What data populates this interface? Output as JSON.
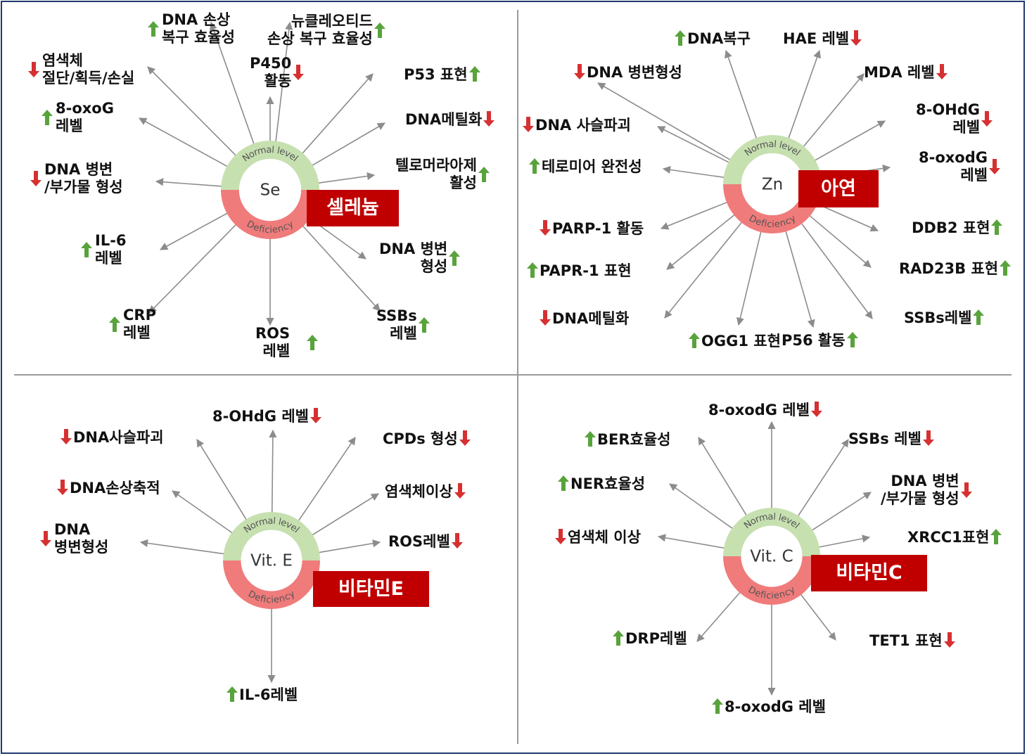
{
  "colors": {
    "up": "#58a33c",
    "down": "#d63031",
    "normal_ring": "#c6e0b0",
    "deficiency_ring": "#f07b7b",
    "badge": "#c00000",
    "arrow_line": "#8c8c8c"
  },
  "panels": [
    {
      "id": "se",
      "center_text": "Se",
      "normal_text": "Normal level",
      "deficiency_text": "Deficiency",
      "badge": "셀레늄",
      "labels": [
        {
          "id": "dna-damage-repair",
          "text": "DNA 손상\n복구 효율성",
          "dir": "up"
        },
        {
          "id": "nucleotide-repair",
          "text": "뉴클레오티드\n손상 복구 효율성",
          "dir": "up"
        },
        {
          "id": "chromosome-break",
          "text": "염색체\n절단/획득/손실",
          "dir": "down"
        },
        {
          "id": "p450",
          "text": "P450\n활동",
          "dir": "down"
        },
        {
          "id": "p53",
          "text": "P53 표현",
          "dir": "up"
        },
        {
          "id": "8-oxog",
          "text": "8-oxoG\n레벨",
          "dir": "up"
        },
        {
          "id": "dna-methylation",
          "text": "DNA메틸화",
          "dir": "down"
        },
        {
          "id": "dna-lesion",
          "text": "DNA 병변\n/부가물 형성",
          "dir": "down"
        },
        {
          "id": "telomerase",
          "text": "텔로머라아제\n활성",
          "dir": "up"
        },
        {
          "id": "il6",
          "text": "IL-6\n레벨",
          "dir": "up"
        },
        {
          "id": "dna-lesion-2",
          "text": "DNA 병변\n형성",
          "dir": "up"
        },
        {
          "id": "crp",
          "text": "CRP\n레벨",
          "dir": "up"
        },
        {
          "id": "ros",
          "text": "ROS\n레벨",
          "dir": "up"
        },
        {
          "id": "ssbs",
          "text": "SSBs\n레벨",
          "dir": "up"
        }
      ]
    },
    {
      "id": "zn",
      "center_text": "Zn",
      "normal_text": "Normal level",
      "deficiency_text": "Deficiency",
      "badge": "아연",
      "labels": [
        {
          "id": "dna-repair",
          "text": "DNA복구",
          "dir": "up"
        },
        {
          "id": "hae",
          "text": "HAE 레벨",
          "dir": "down"
        },
        {
          "id": "dna-lesion",
          "text": "DNA 병변형성",
          "dir": "down"
        },
        {
          "id": "mda",
          "text": "MDA 레벨",
          "dir": "down"
        },
        {
          "id": "8-ohdg",
          "text": "8-OHdG\n레벨",
          "dir": "down"
        },
        {
          "id": "dna-strand-break",
          "text": "DNA 사슬파괴",
          "dir": "down"
        },
        {
          "id": "8-oxodg",
          "text": "8-oxodG\n레벨",
          "dir": "down"
        },
        {
          "id": "telomere",
          "text": "테로미어 완전성",
          "dir": "up"
        },
        {
          "id": "parp1-activity",
          "text": "PARP-1 활동",
          "dir": "down"
        },
        {
          "id": "ddb2",
          "text": "DDB2 표현",
          "dir": "up"
        },
        {
          "id": "papr1-expression",
          "text": "PAPR-1 표현",
          "dir": "up"
        },
        {
          "id": "rad23b",
          "text": "RAD23B 표현",
          "dir": "up"
        },
        {
          "id": "dna-methylation",
          "text": "DNA메틸화",
          "dir": "down"
        },
        {
          "id": "ogg1",
          "text": "OGG1 표현",
          "dir": "up"
        },
        {
          "id": "p56",
          "text": "P56 활동",
          "dir": "up"
        },
        {
          "id": "ssbs",
          "text": "SSBs레벨",
          "dir": "up"
        }
      ]
    },
    {
      "id": "vite",
      "center_text": "Vit. E",
      "normal_text": "Normal level",
      "deficiency_text": "Deficiency",
      "badge": "비타민E",
      "labels": [
        {
          "id": "dna-strand-break",
          "text": "DNA사슬파괴",
          "dir": "down"
        },
        {
          "id": "8-ohdg",
          "text": "8-OHdG 레벨",
          "dir": "down"
        },
        {
          "id": "cpds",
          "text": "CPDs 형성",
          "dir": "down"
        },
        {
          "id": "dna-damage-accum",
          "text": "DNA손상축적",
          "dir": "down"
        },
        {
          "id": "chromosome-abnormal",
          "text": "염색체이상",
          "dir": "down"
        },
        {
          "id": "dna-lesion",
          "text": "DNA\n병변형성",
          "dir": "down"
        },
        {
          "id": "ros",
          "text": "ROS레벨",
          "dir": "down"
        },
        {
          "id": "il6",
          "text": "IL-6레벨",
          "dir": "up"
        }
      ]
    },
    {
      "id": "vitc",
      "center_text": "Vit. C",
      "normal_text": "Normal level",
      "deficiency_text": "Deficiency",
      "badge": "비타민C",
      "labels": [
        {
          "id": "8-oxodg-top",
          "text": "8-oxodG 레벨",
          "dir": "down"
        },
        {
          "id": "ber",
          "text": "BER효율성",
          "dir": "up"
        },
        {
          "id": "ssbs",
          "text": "SSBs 레벨",
          "dir": "down"
        },
        {
          "id": "ner",
          "text": "NER효율성",
          "dir": "up"
        },
        {
          "id": "dna-lesion",
          "text": "DNA 병변\n/부가물 형성",
          "dir": "down"
        },
        {
          "id": "chromosome-abnormal",
          "text": "염색체 이상",
          "dir": "down"
        },
        {
          "id": "xrcc1",
          "text": "XRCC1표현",
          "dir": "up"
        },
        {
          "id": "drp",
          "text": "DRP레벨",
          "dir": "up"
        },
        {
          "id": "tet1",
          "text": "TET1 표현",
          "dir": "down"
        },
        {
          "id": "8-oxodg-bottom",
          "text": "8-oxodG 레벨",
          "dir": "up"
        }
      ]
    }
  ]
}
